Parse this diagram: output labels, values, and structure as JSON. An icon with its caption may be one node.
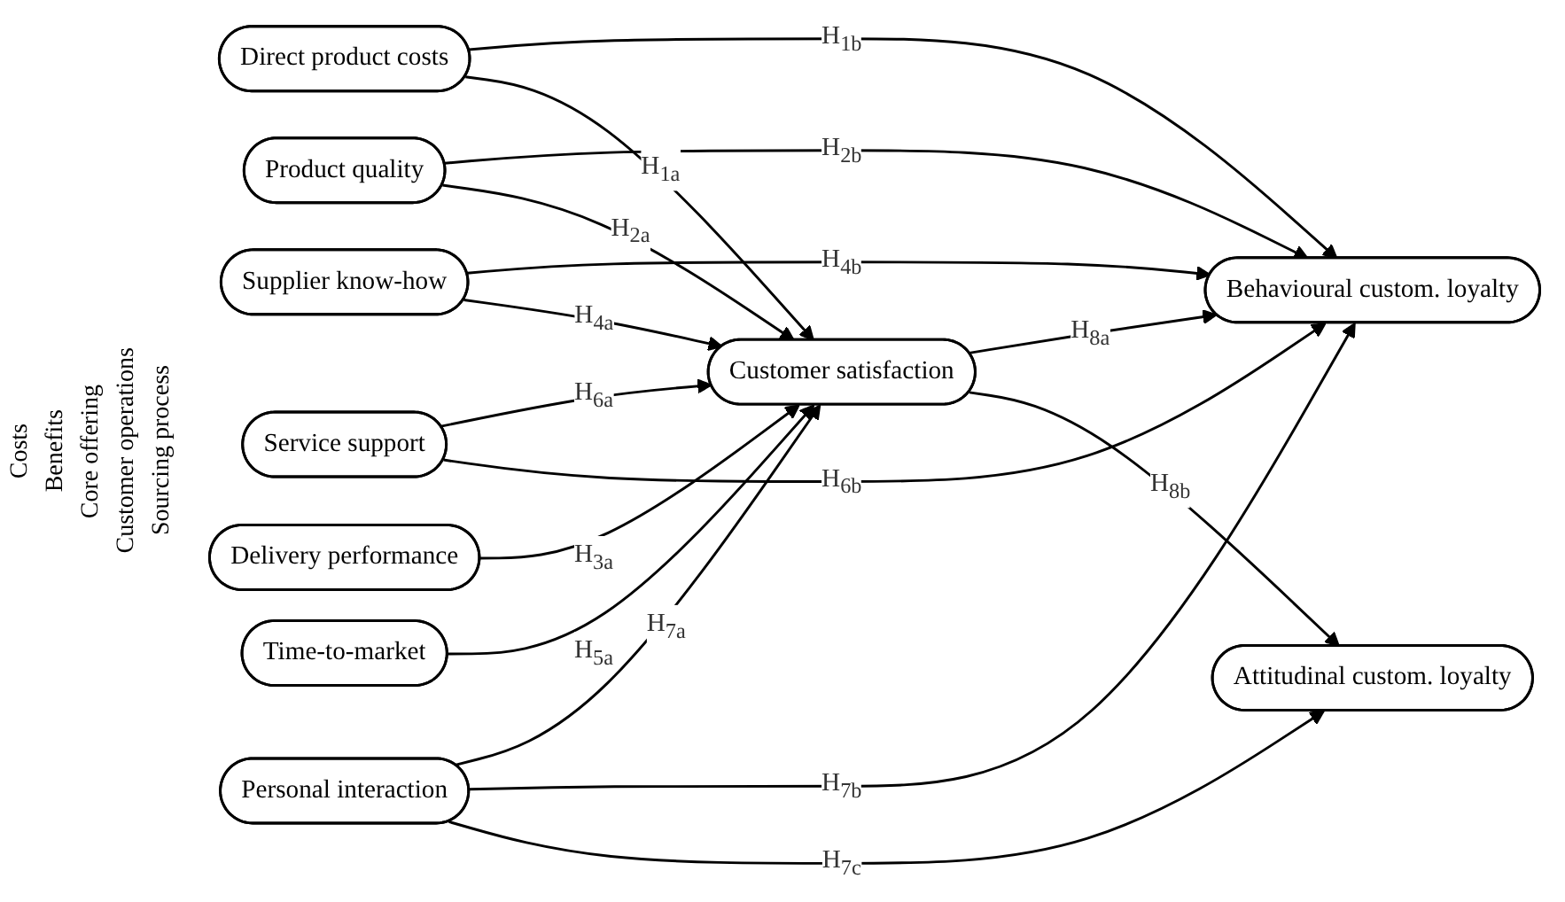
{
  "diagram": {
    "nodes": [
      {
        "text": [
          "Direct product costs"
        ]
      },
      {
        "text": [
          "Product quality"
        ]
      },
      {
        "text": [
          "Delivery performance"
        ]
      },
      {
        "text": [
          "Supplier know-how"
        ]
      },
      {
        "text": [
          "Time-to-market"
        ]
      },
      {
        "text": [
          "Service support"
        ]
      },
      {
        "text": [
          "Personal interaction"
        ]
      },
      {
        "text": [
          "Customer satisfaction"
        ]
      },
      {
        "text": [
          "Behavioural custom. loyalty"
        ]
      },
      {
        "text": [
          "Attitudinal custom. loyalty"
        ]
      }
    ],
    "edges": [
      {
        "from": 0,
        "to": 8,
        "arrow": "to",
        "label": "H$_{1b}$"
      },
      {
        "from": 0,
        "to": 7,
        "arrow": "to",
        "label": "H$_{1a}$"
      },
      {
        "from": 1,
        "to": 8,
        "arrow": "to",
        "label": "H$_{2b}$"
      },
      {
        "from": 1,
        "to": 7,
        "arrow": "to",
        "label": "H$_{2a}$"
      },
      {
        "from": 2,
        "to": 7,
        "arrow": "to",
        "label": "H$_{3a}$"
      },
      {
        "from": 3,
        "to": 8,
        "arrow": "to",
        "label": "H$_{4b}$"
      },
      {
        "from": 3,
        "to": 7,
        "arrow": "to",
        "label": "H$_{4a}$"
      },
      {
        "from": 4,
        "to": 7,
        "arrow": "to",
        "label": "H$_{5a}$"
      },
      {
        "from": 5,
        "to": 7,
        "arrow": "to",
        "label": "H$_{6a}$"
      },
      {
        "from": 5,
        "to": 8,
        "arrow": "to",
        "label": "H$_{6b}$"
      },
      {
        "from": 6,
        "to": 7,
        "arrow": "to",
        "label": "H$_{7a}$"
      },
      {
        "from": 6,
        "to": 8,
        "arrow": "to",
        "label": "H$_{7b}$"
      },
      {
        "from": 6,
        "to": 9,
        "arrow": "to",
        "label": "H$_{7c}$"
      },
      {
        "from": 7,
        "to": 8,
        "arrow": "to",
        "label": "H$_{8a}$"
      },
      {
        "from": 7,
        "to": 9,
        "arrow": "to",
        "label": "H$_{8b}$"
      }
    ],
    "labels": [
      "Costs",
      "Benefits",
      "Core offering",
      "Customer operations",
      "Sourcing process"
    ]
  }
}
